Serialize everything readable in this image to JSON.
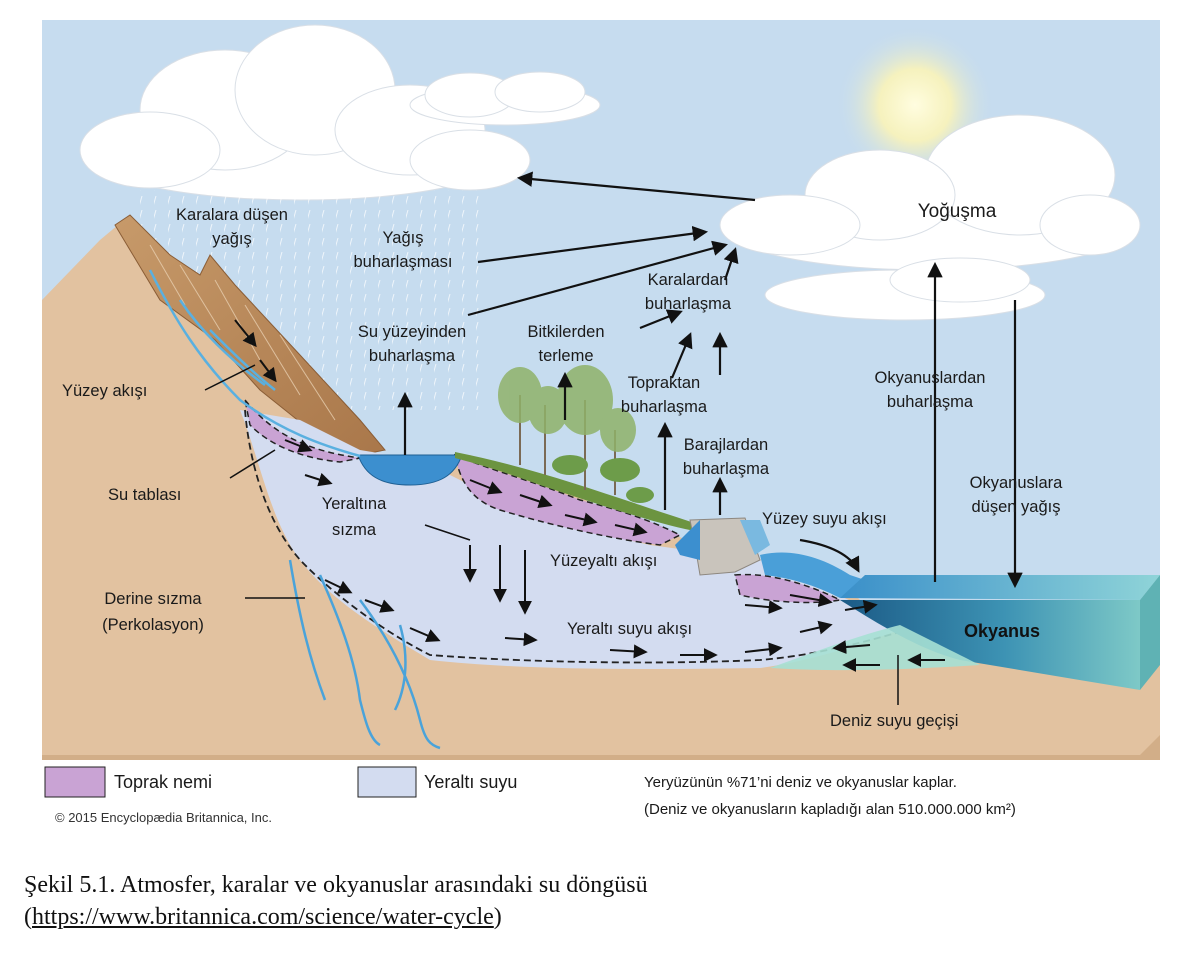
{
  "labels": {
    "karalara_dusen_yagis": [
      "Karalara düşen",
      "yağış"
    ],
    "yagis_buharlasmasi": [
      "Yağış",
      "buharlaşması"
    ],
    "yogusma": "Yoğuşma",
    "karalardan_buharlasma": [
      "Karalardan",
      "buharlaşma"
    ],
    "su_yuzeyinden": [
      "Su yüzeyinden",
      "buharlaşma"
    ],
    "bitkilerden_terleme": [
      "Bitkilerden",
      "terleme"
    ],
    "topraktan_buharlasma": [
      "Topraktan",
      "buharlaşma"
    ],
    "yuzey_akisi": "Yüzey akışı",
    "su_tablasi": "Su tablası",
    "barajlardan_buharlasma": [
      "Barajlardan",
      "buharlaşma"
    ],
    "okyanuslardan_buharlasma": [
      "Okyanuslardan",
      "buharlaşma"
    ],
    "okyanuslara_dusen_yagis": [
      "Okyanuslara",
      "düşen yağış"
    ],
    "yeraltina_sizma": [
      "Yeraltına",
      "sızma"
    ],
    "yuzey_suyu_akisi": "Yüzey suyu akışı",
    "yuzeyalti_akisi": "Yüzeyaltı akışı",
    "derine_sizma": [
      "Derine sızma",
      "(Perkolasyon)"
    ],
    "yeralti_suyu_akisi": "Yeraltı suyu akışı",
    "okyanus": "Okyanus",
    "deniz_suyu_gecisi": "Deniz suyu geçişi"
  },
  "legend": {
    "toprak_nemi": "Toprak nemi",
    "yeralti_suyu": "Yeraltı suyu",
    "toprak_nemi_color": "#c9a3d4",
    "yeralti_suyu_color": "#d3dcf0"
  },
  "copyright": "© 2015 Encyclopædia Britannica, Inc.",
  "notes": [
    "Yeryüzünün %71’ni deniz ve okyanuslar kaplar.",
    "(Deniz ve okyanusların kapladığı alan 510.000.000 km²)"
  ],
  "caption": {
    "line1": "Şekil 5.1. Atmosfer, karalar ve okyanuslar arasındaki su döngüsü",
    "open_paren": "(",
    "url": "https://www.britannica.com/science/water-cycle",
    "close_paren": ")"
  },
  "colors": {
    "sky": "#c6dcef",
    "ground": "#e2c2a0",
    "groundwater": "#d3dcf0",
    "soil_moisture": "#c9a3d4",
    "water": "#4a9fd8",
    "ocean_dark": "#1d5f88",
    "ocean_light": "#8fd4d0",
    "vegetation": "#6c9440"
  }
}
